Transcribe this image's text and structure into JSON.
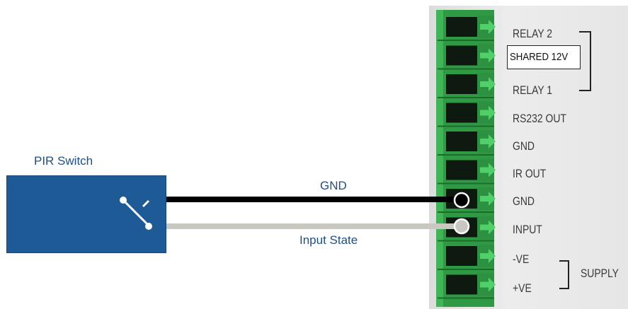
{
  "pir": {
    "title": "PIR Switch"
  },
  "wires": {
    "gnd_label": "GND",
    "input_label": "Input State"
  },
  "terminal": {
    "labels": [
      "RELAY 2",
      "RELAY 1",
      "RS232 OUT",
      "GND",
      "IR OUT",
      "GND",
      "INPUT",
      "-VE",
      "+VE"
    ],
    "shared_label": "SHARED 12V",
    "supply_label": "SUPPLY",
    "pin_count": 10
  },
  "colors": {
    "pir_box": "#1d5a96",
    "label_blue": "#1f4f86",
    "gnd_wire": "#000000",
    "input_wire": "#c8c8c0",
    "connector_green": "#35a84a"
  }
}
